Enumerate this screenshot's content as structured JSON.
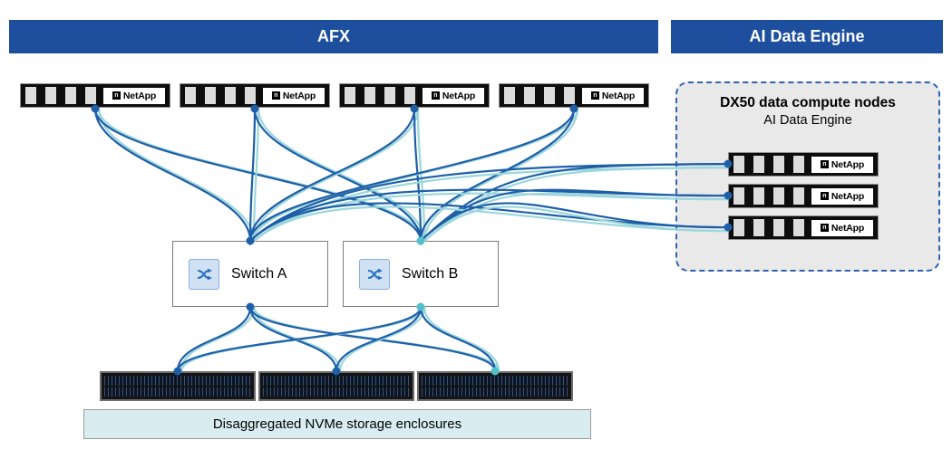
{
  "header": {
    "afx": "AFX",
    "ai_data_engine": "AI Data Engine"
  },
  "nodes": {
    "netapp_label": "NetApp",
    "netapp_logo_mark": "n",
    "afx_controller_count": 4,
    "dx50_node_count": 3,
    "storage_shelf_count": 3
  },
  "dx50_panel": {
    "title": "DX50 data compute nodes",
    "subtitle": "AI Data Engine"
  },
  "switches": [
    {
      "label": "Switch A"
    },
    {
      "label": "Switch B"
    }
  ],
  "storage_label": "Disaggregated NVMe storage enclosures",
  "colors": {
    "header_blue": "#1d4f9e",
    "cable_dark": "#1e5fa8",
    "cable_light": "#9bd7dc",
    "dot_teal": "#53bfca",
    "panel_bg": "#e9e9e9",
    "storage_label_bg": "#d9edf1"
  },
  "connections": [
    {
      "from": "controller-1",
      "to": "switch-a-top"
    },
    {
      "from": "controller-1",
      "to": "switch-b-top"
    },
    {
      "from": "controller-2",
      "to": "switch-a-top"
    },
    {
      "from": "controller-2",
      "to": "switch-b-top"
    },
    {
      "from": "controller-3",
      "to": "switch-a-top"
    },
    {
      "from": "controller-3",
      "to": "switch-b-top"
    },
    {
      "from": "controller-4",
      "to": "switch-a-top"
    },
    {
      "from": "controller-4",
      "to": "switch-b-top"
    },
    {
      "from": "dx50-1",
      "to": "switch-a-top"
    },
    {
      "from": "dx50-1",
      "to": "switch-b-top"
    },
    {
      "from": "dx50-2",
      "to": "switch-a-top"
    },
    {
      "from": "dx50-2",
      "to": "switch-b-top"
    },
    {
      "from": "dx50-3",
      "to": "switch-a-top"
    },
    {
      "from": "dx50-3",
      "to": "switch-b-top"
    },
    {
      "from": "switch-a-bottom",
      "to": "shelf-1"
    },
    {
      "from": "switch-a-bottom",
      "to": "shelf-2"
    },
    {
      "from": "switch-a-bottom",
      "to": "shelf-3"
    },
    {
      "from": "switch-b-bottom",
      "to": "shelf-1"
    },
    {
      "from": "switch-b-bottom",
      "to": "shelf-2"
    },
    {
      "from": "switch-b-bottom",
      "to": "shelf-3"
    }
  ]
}
